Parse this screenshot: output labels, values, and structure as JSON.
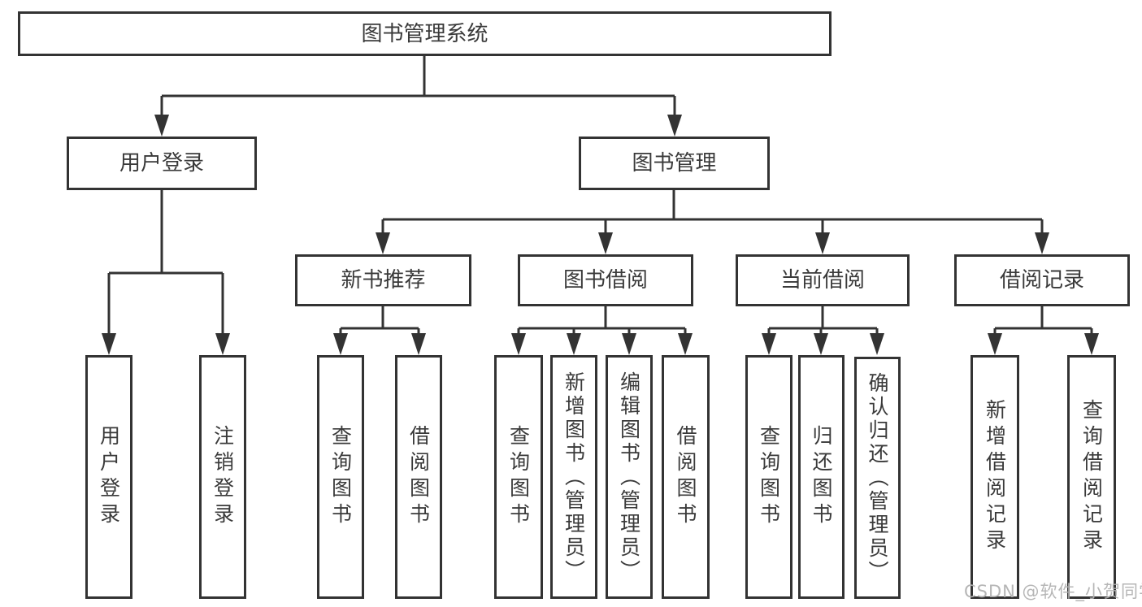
{
  "tree": {
    "root": {
      "label": "图书管理系统"
    },
    "branches": [
      {
        "label": "用户登录",
        "children": [
          {
            "label": "用户登录"
          },
          {
            "label": "注销登录"
          }
        ]
      },
      {
        "label": "图书管理",
        "children": [
          {
            "label": "新书推荐",
            "children": [
              {
                "label": "查询图书"
              },
              {
                "label": "借阅图书"
              }
            ]
          },
          {
            "label": "图书借阅",
            "children": [
              {
                "label": "查询图书"
              },
              {
                "label": "新增图书（管理员）"
              },
              {
                "label": "编辑图书（管理员）"
              },
              {
                "label": "借阅图书"
              }
            ]
          },
          {
            "label": "当前借阅",
            "children": [
              {
                "label": "查询图书"
              },
              {
                "label": "归还图书"
              },
              {
                "label": "确认归还（管理员）"
              }
            ]
          },
          {
            "label": "借阅记录",
            "children": [
              {
                "label": "新增借阅记录"
              },
              {
                "label": "查询借阅记录"
              }
            ]
          }
        ]
      }
    ]
  },
  "watermark": {
    "text": "CSDN @软件_小贺同学"
  },
  "colors": {
    "line": "#333333",
    "box_border": "#333333",
    "text": "#3a3a3a",
    "watermark": "#b2b2b2",
    "background": "#ffffff"
  }
}
